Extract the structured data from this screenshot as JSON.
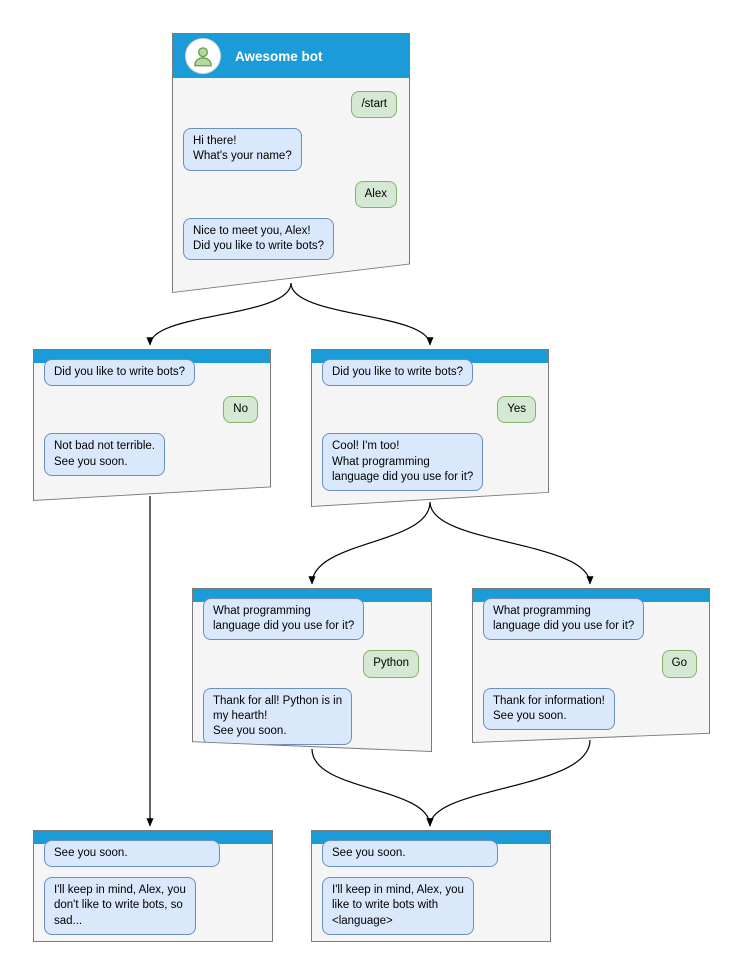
{
  "colors": {
    "header_blue": "#1c9bd9",
    "bot_bubble_bg": "#dae8fc",
    "bot_bubble_border": "#6c8ebf",
    "user_bubble_bg": "#d5e8d4",
    "user_bubble_border": "#82b366",
    "window_bg": "#f5f5f5",
    "window_border": "#7a7a7a",
    "connector": "#000000",
    "avatar_green": "#b5d7a2"
  },
  "main_window": {
    "title": "Awesome bot",
    "avatar_icon": "person-icon",
    "messages": {
      "start_command": "/start",
      "ask_name": "Hi there!\nWhat's your name?",
      "user_name": "Alex",
      "ask_write_bots": "Nice to meet you, Alex!\nDid you like to write bots?"
    }
  },
  "branch_no": {
    "question": "Did you like to write bots?",
    "answer": "No",
    "reply": "Not bad not terrible.\nSee you soon."
  },
  "branch_yes": {
    "question": "Did you like to write bots?",
    "answer": "Yes",
    "reply": "Cool! I'm too!\nWhat programming\nlanguage did you use for it?"
  },
  "branch_python": {
    "question": "What programming\nlanguage did you use for it?",
    "answer": "Python",
    "reply": "Thank for all! Python is in\nmy hearth!\nSee you soon."
  },
  "branch_go": {
    "question": "What programming\nlanguage did you use for it?",
    "answer": "Go",
    "reply": "Thank for information!\nSee you soon."
  },
  "end_no": {
    "header": "See you soon.",
    "reply": "I'll keep in mind, Alex, you\ndon't like to write bots, so\nsad..."
  },
  "end_yes": {
    "header": "See you soon.",
    "reply": "I'll keep in mind, Alex, you\nlike to write bots with\n<language>"
  }
}
